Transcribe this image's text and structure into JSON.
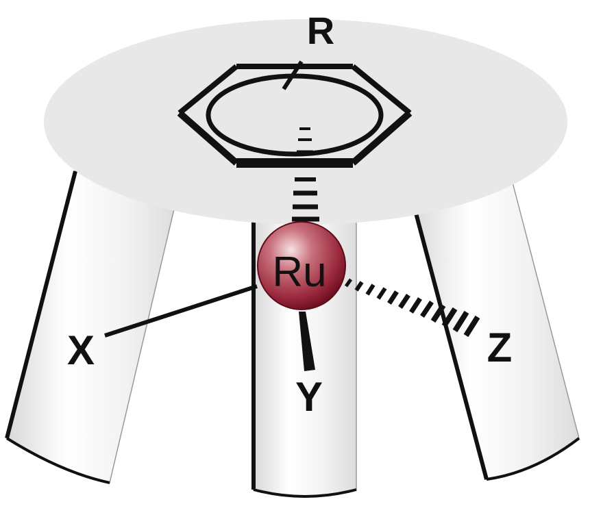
{
  "labels": {
    "substituent": "R",
    "metal": "Ru",
    "ligand_x": "X",
    "ligand_y": "Y",
    "ligand_z": "Z"
  },
  "colors": {
    "seat": "#e8e8e8",
    "leg_fill": "#f4f4f4",
    "leg_edge": "#111111",
    "metal_highlight": "#f2dada",
    "metal_mid": "#b74b5a",
    "metal_dark": "#7a1425",
    "bond": "#111111"
  }
}
